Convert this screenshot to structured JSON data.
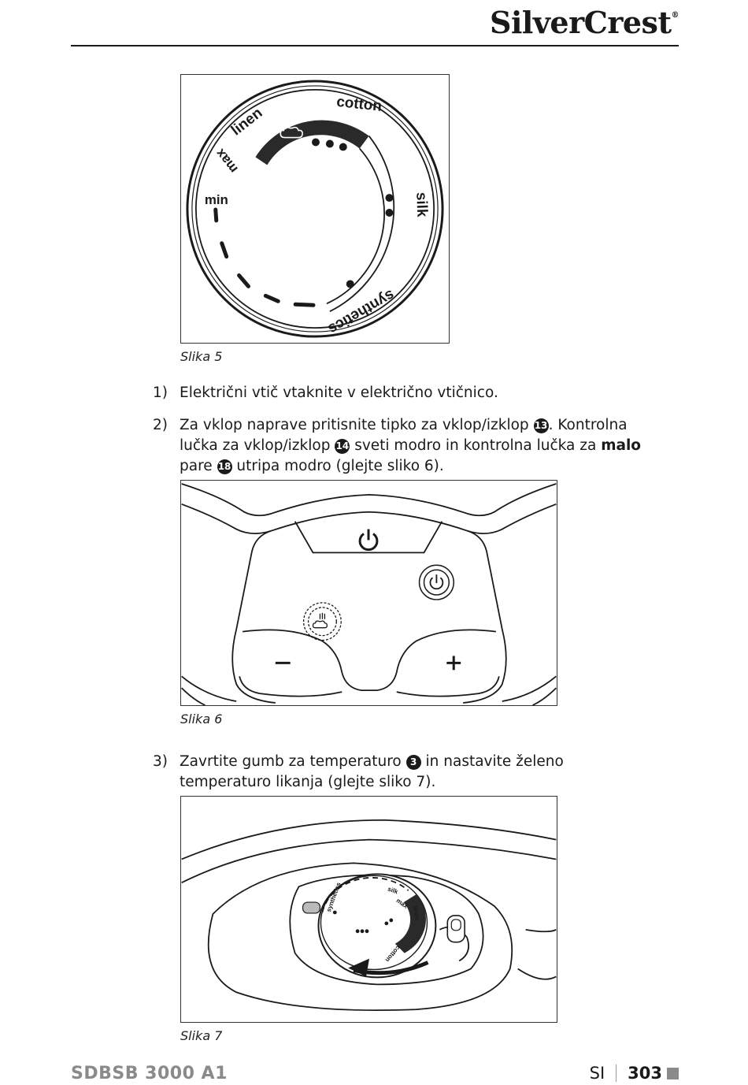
{
  "header": {
    "brand": "SilverCrest",
    "brand_mark": "®"
  },
  "figures": [
    {
      "caption": "Slika 5",
      "dial_labels": {
        "cotton": "cotton",
        "linen": "linen",
        "max": "max",
        "min": "min",
        "silk": "silk",
        "synthetics": "synthetics"
      }
    },
    {
      "caption": "Slika 6"
    },
    {
      "caption": "Slika 7",
      "knob_labels": {
        "silk": "silk",
        "max": "max",
        "linen": "linen",
        "cotton": "cotton",
        "synthetics": "synthetics"
      }
    }
  ],
  "steps": [
    {
      "num": "1)",
      "text": "Električni vtič vtaknite v električno vtičnico."
    },
    {
      "num": "2)",
      "t1": "Za vklop naprave pritisnite tipko za vklop/izklop ",
      "r1": "13",
      "t2": ". Kontrolna lučka za vklop/izklop ",
      "r2": "14",
      "t3": " sveti modro in kontrolna lučka za ",
      "bold": "malo",
      "t4": " pare ",
      "r3": "18",
      "t5": " utripa modro (glejte sliko 6)."
    },
    {
      "num": "3)",
      "t1": "Zavrtite gumb za temperaturo ",
      "r1": "3",
      "t2": " in nastavite želeno temperaturo likanja (glejte sliko 7)."
    }
  ],
  "footer": {
    "model": "SDBSB 3000 A1",
    "lang": "SI",
    "page": "303"
  }
}
